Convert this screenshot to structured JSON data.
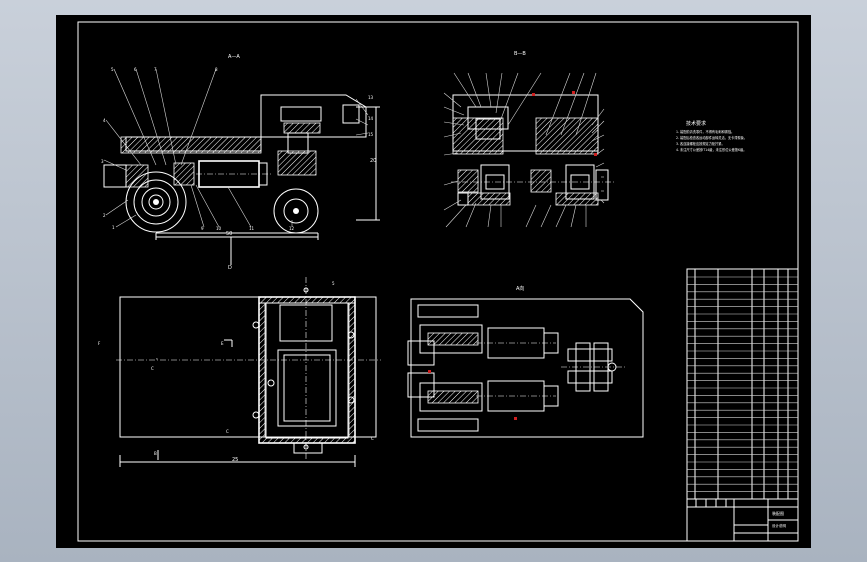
{
  "colors": {
    "sheet": "#000000",
    "line": "#ffffff",
    "frame_bg": "#b4bcc8",
    "marker": "#d02020"
  },
  "views": {
    "view1_label": "A—A",
    "view2_label": "B—B",
    "view3_label": "A向",
    "tech_title": "技术要求",
    "tech_lines": [
      "1. 装配前清洗零件，不得有毛刺和锈蚀。",
      "2. 装配后检查各运动部件运转灵活，无卡滞现象。",
      "3. 各连接螺栓应按规定力矩拧紧。",
      "4. 未注尺寸公差按IT14级，未注形位公差按K级。"
    ]
  },
  "dims": {
    "d1": "20",
    "d2": "50",
    "d3": "25",
    "d4": "D"
  },
  "labels": {
    "left_letters": [
      "5",
      "6",
      "7",
      "8",
      "4",
      "3",
      "2",
      "1",
      "9"
    ],
    "plan_letters": [
      "F",
      "E",
      "C",
      "C",
      "B",
      "D",
      "C"
    ]
  },
  "title_block": {
    "name": "装配图",
    "sub": "设计说明"
  }
}
